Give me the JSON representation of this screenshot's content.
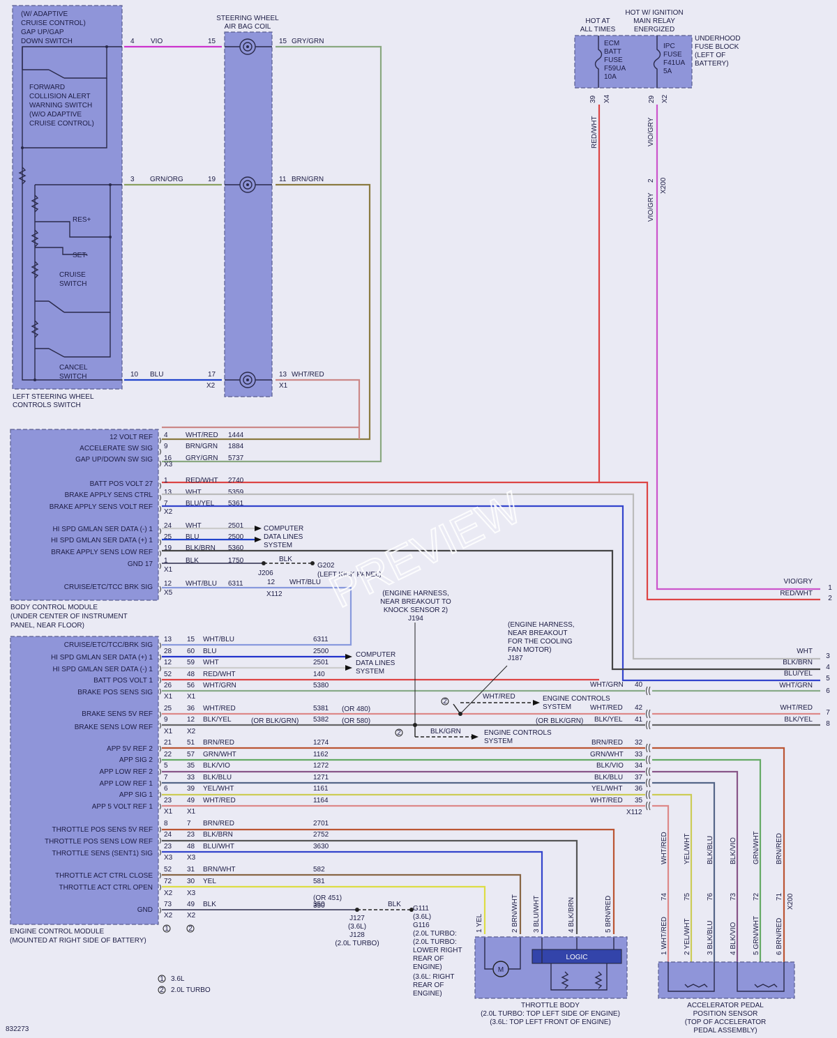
{
  "diagram_id": "832273",
  "watermark": "PREVIEW",
  "components": {
    "left_switch": {
      "lines": [
        "(W/ ADAPTIVE",
        "CRUISE CONTROL)",
        "GAP UP/GAP",
        "DOWN SWITCH"
      ],
      "fcas": [
        "FORWARD",
        "COLLISION ALERT",
        "WARNING SWITCH",
        "(W/O ADAPTIVE",
        "CRUISE CONTROL)"
      ],
      "res": "RES+",
      "set": "SET-",
      "cruise": [
        "CRUISE",
        "SWITCH"
      ],
      "cancel": [
        "CANCEL",
        "SWITCH"
      ],
      "name": [
        "LEFT STEERING WHEEL",
        "CONTROLS SWITCH"
      ]
    },
    "airbag_coil": {
      "name": [
        "STEERING WHEEL",
        "AIR BAG COIL"
      ]
    },
    "fuse_block": {
      "hot_at": [
        "HOT AT",
        "ALL TIMES"
      ],
      "hot_ign": [
        "HOT W/ IGNITION",
        "MAIN RELAY",
        "ENERGIZED"
      ],
      "ecm": [
        "ECM",
        "BATT",
        "FUSE",
        "F59UA",
        "10A"
      ],
      "ipc": [
        "IPC",
        "FUSE",
        "F41UA",
        "5A"
      ],
      "name": [
        "UNDERHOOD",
        "FUSE BLOCK",
        "(LEFT OF",
        "BATTERY)"
      ]
    },
    "bcm": {
      "name": [
        "BODY CONTROL MODULE",
        "(UNDER CENTER OF INSTRUMENT",
        "PANEL, NEAR FLOOR)"
      ],
      "pins": [
        {
          "label": "12 VOLT REF",
          "pin": "4",
          "color": "WHT/RED",
          "circuit": "1444"
        },
        {
          "label": "ACCELERATE SW SIG",
          "pin": "9",
          "color": "BRN/GRN",
          "circuit": "1884"
        },
        {
          "label": "GAP UP/DOWN SW SIG",
          "pin": "16",
          "color": "GRY/GRN",
          "circuit": "5737"
        },
        {
          "label": "BATT POS VOLT 27",
          "pin": "1",
          "color": "RED/WHT",
          "circuit": "2740"
        },
        {
          "label": "BRAKE APPLY SENS CTRL",
          "pin": "13",
          "color": "WHT",
          "circuit": "5359"
        },
        {
          "label": "BRAKE APPLY SENS VOLT REF",
          "pin": "7",
          "color": "BLU/YEL",
          "circuit": "5361"
        },
        {
          "label": "HI SPD GMLAN SER DATA (-) 1",
          "pin": "24",
          "color": "WHT",
          "circuit": "2501"
        },
        {
          "label": "HI SPD GMLAN SER DATA (+) 1",
          "pin": "25",
          "color": "BLU",
          "circuit": "2500"
        },
        {
          "label": "BRAKE APPLY SENS LOW REF",
          "pin": "19",
          "color": "BLK/BRN",
          "circuit": "5360"
        },
        {
          "label": "GND 17",
          "pin": "1",
          "color": "BLK",
          "circuit": "1750"
        },
        {
          "label": "CRUISE/ETC/TCC BRK SIG",
          "pin": "12",
          "color": "WHT/BLU",
          "circuit": "6311"
        }
      ],
      "conn": [
        "X3",
        "X2",
        "X1",
        "X5"
      ]
    },
    "ecm": {
      "name": [
        "ENGINE CONTROL MODULE",
        "(MOUNTED AT RIGHT SIDE OF BATTERY)"
      ],
      "pins": [
        {
          "label": "CRUISE/ETC/TCC/BRK SIG",
          "pin": "13",
          "p2": "15",
          "color": "WHT/BLU",
          "circuit": "6311"
        },
        {
          "label": "HI SPD GMLAN SER DATA (+) 1",
          "pin": "28",
          "p2": "60",
          "color": "BLU",
          "circuit": "2500"
        },
        {
          "label": "HI SPD GMLAN SER DATA (-) 1",
          "pin": "12",
          "p2": "59",
          "color": "WHT",
          "circuit": "2501"
        },
        {
          "label": "BATT POS VOLT 1",
          "pin": "52",
          "p2": "48",
          "color": "RED/WHT",
          "circuit": "140"
        },
        {
          "label": "BRAKE POS SENS SIG",
          "pin": "26",
          "p2": "56",
          "color": "WHT/GRN",
          "circuit": "5380"
        },
        {
          "label": "BRAKE SENS 5V REF",
          "pin": "25",
          "p2": "36",
          "color": "WHT/RED",
          "circuit": "5381"
        },
        {
          "label": "BRAKE SENS LOW REF",
          "pin": "9",
          "p2": "12",
          "color": "BLK/YEL",
          "circuit": "5382"
        },
        {
          "label": "APP 5V REF 2",
          "pin": "21",
          "p2": "51",
          "color": "BRN/RED",
          "circuit": "1274"
        },
        {
          "label": "APP SIG 2",
          "pin": "22",
          "p2": "57",
          "color": "GRN/WHT",
          "circuit": "1162"
        },
        {
          "label": "APP LOW REF 2",
          "pin": "5",
          "p2": "35",
          "color": "BLK/VIO",
          "circuit": "1272"
        },
        {
          "label": "APP LOW REF 1",
          "pin": "7",
          "p2": "33",
          "color": "BLK/BLU",
          "circuit": "1271"
        },
        {
          "label": "APP SIG 1",
          "pin": "6",
          "p2": "39",
          "color": "YEL/WHT",
          "circuit": "1161"
        },
        {
          "label": "APP 5 VOLT REF 1",
          "pin": "23",
          "p2": "49",
          "color": "WHT/RED",
          "circuit": "1164"
        },
        {
          "label": "THROTTLE POS SENS 5V REF",
          "pin": "8",
          "p2": "7",
          "color": "BRN/RED",
          "circuit": "2701"
        },
        {
          "label": "THROTTLE POS SENS LOW REF",
          "pin": "24",
          "p2": "23",
          "color": "BLK/BRN",
          "circuit": "2752"
        },
        {
          "label": "THROTTLE SENS (SENT1) SIG",
          "pin": "23",
          "p2": "48",
          "color": "BLU/WHT",
          "circuit": "3630"
        },
        {
          "label": "THROTTLE ACT CTRL CLOSE",
          "pin": "52",
          "p2": "31",
          "color": "BRN/WHT",
          "circuit": "582"
        },
        {
          "label": "THROTTLE ACT CTRL OPEN",
          "pin": "72",
          "p2": "30",
          "color": "YEL",
          "circuit": "581"
        },
        {
          "label": "GND",
          "pin": "73",
          "p2": "49",
          "color": "BLK",
          "circuit": "350"
        }
      ]
    },
    "throttle_body": {
      "logic": "LOGIC",
      "motor": "M",
      "name": [
        "THROTTLE BODY",
        "(2.0L TURBO: TOP LEFT SIDE OF ENGINE)",
        "(3.6L: TOP LEFT FRONT OF ENGINE)"
      ]
    },
    "app_sensor": {
      "name": [
        "ACCELERATOR PEDAL",
        "POSITION SENSOR",
        "(TOP OF ACCELERATOR",
        "PEDAL ASSEMBLY)"
      ]
    }
  },
  "notes": {
    "computer_data": [
      "COMPUTER",
      "DATA LINES",
      "SYSTEM"
    ],
    "engine_controls": [
      "ENGINE CONTROLS",
      "SYSTEM"
    ],
    "g202": "G202",
    "g202_loc": "(LEFT KICK PANEL)",
    "j206": "J206",
    "x112": "X112",
    "j194": [
      "(ENGINE HARNESS,",
      "NEAR BREAKOUT TO",
      "KNOCK SENSOR 2)",
      "J194"
    ],
    "j187": [
      "(ENGINE HARNESS,",
      "NEAR BREAKOUT",
      "FOR THE COOLING",
      "FAN MOTOR)",
      "J187"
    ],
    "or480": "(OR 480)",
    "or580": "(OR 580)",
    "or_blkgrn": "(OR BLK/GRN)",
    "or451": "(OR 451)",
    "j127": [
      "J127",
      "(3.6L)",
      "J128",
      "(2.0L TURBO)"
    ],
    "g111": [
      "G111",
      "(3.6L)",
      "G116",
      "(2.0L TURBO:",
      "(2.0L TURBO:",
      "LOWER RIGHT",
      "REAR OF",
      "ENGINE)",
      "(3.6L: RIGHT",
      "REAR OF",
      "ENGINE)"
    ],
    "legend1": "3.6L",
    "legend2": "2.0L TURBO"
  }
}
